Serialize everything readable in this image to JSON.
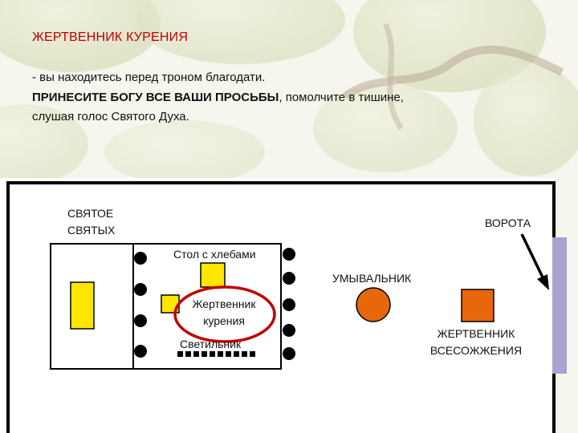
{
  "heading": {
    "title": "ЖЕРТВЕННИК КУРЕНИЯ",
    "line1": "-    вы находитесь перед троном благодати.",
    "line2_bold": "ПРИНЕСИТЕ БОГУ ВСЕ ВАШИ ПРОСЬБЫ",
    "line2_rest": ", помолчите в тишине,",
    "line3": " слушая голос Святого Духа."
  },
  "diagram": {
    "holy_of_holies": [
      "СВЯТОЕ",
      "СВЯТЫХ"
    ],
    "gate": "ВОРОТА",
    "table_of_bread": "Стол с хлебами",
    "altar_of_incense": [
      "Жертвенник",
      "курения"
    ],
    "lampstand": "Светильник",
    "laver": "УМЫВАЛЬНИК",
    "altar_of_burnt_offering": [
      "ЖЕРТВЕННИК",
      "ВСЕСОЖЖЕНИЯ"
    ]
  },
  "colors": {
    "title_red": "#c00000",
    "yellow": "#ffe600",
    "orange": "#e8660c",
    "highlight_circle": "#c00000",
    "gate_bar": "#a9a3cf"
  }
}
